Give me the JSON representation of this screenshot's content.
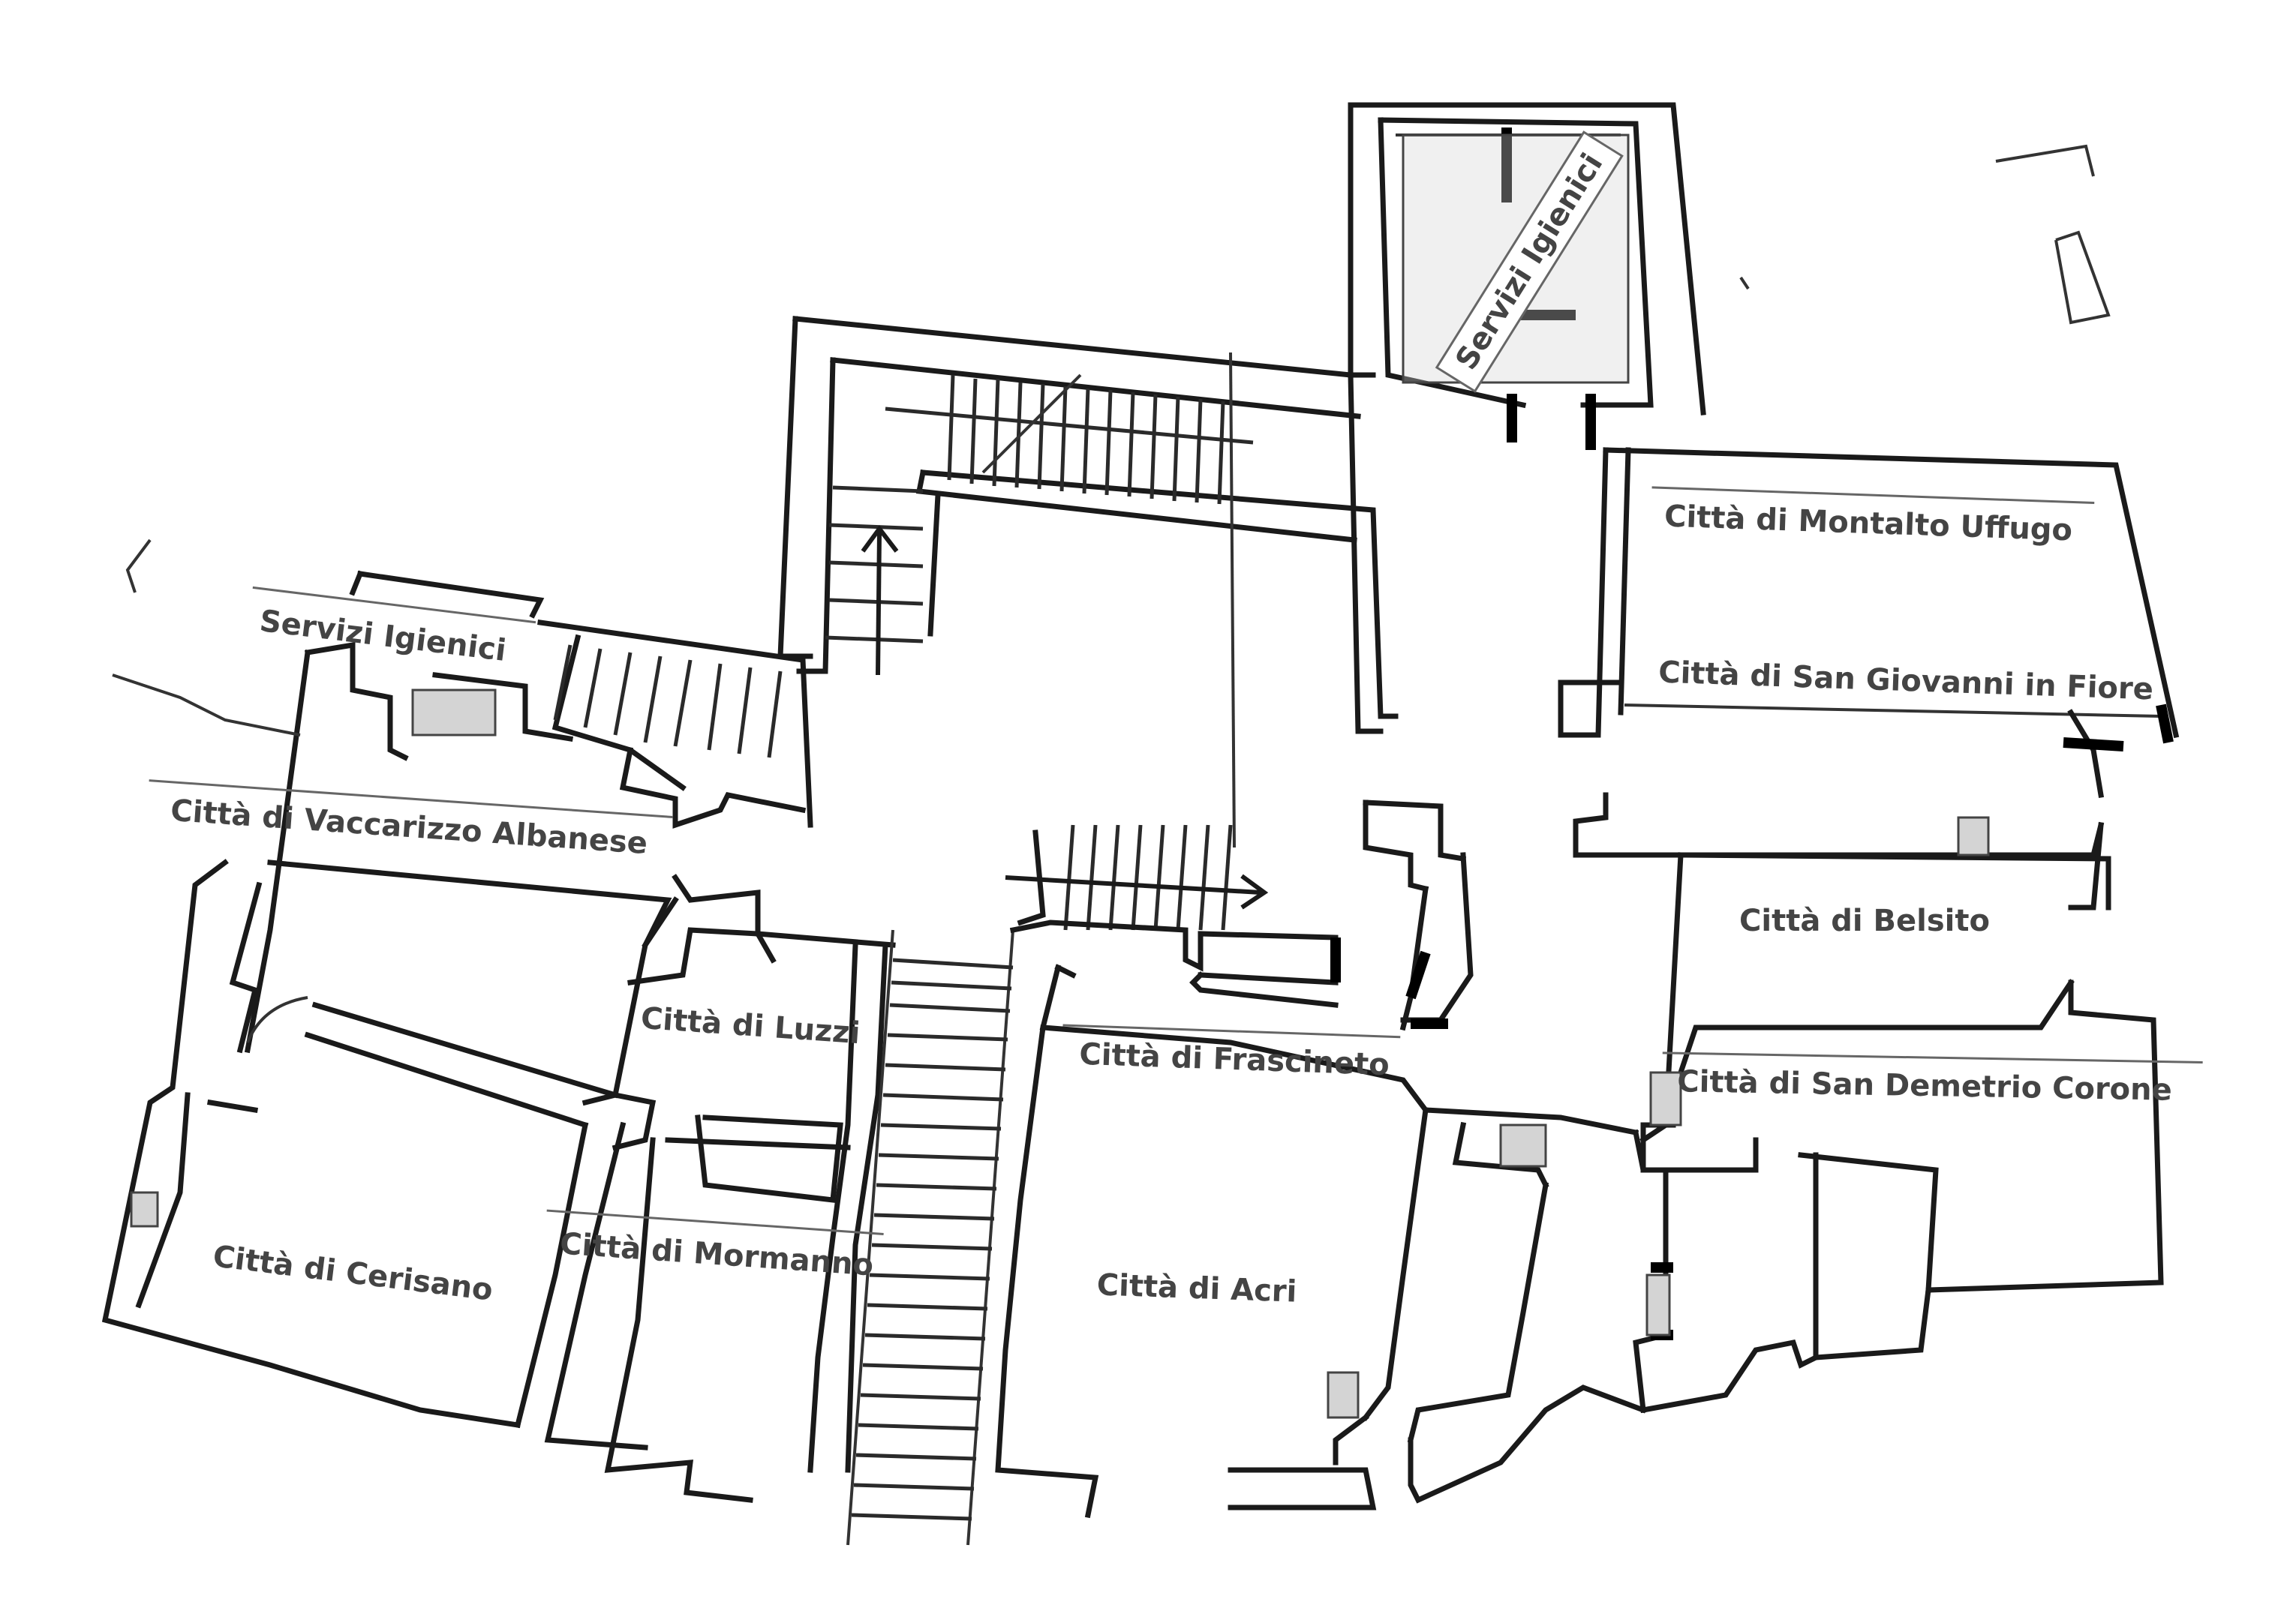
{
  "labels": {
    "servizi_igienici_top": "Servizi Igienici",
    "servizi_igienici_left": "Servizi Igienici",
    "montalto_uffugo": "Città di Montalto Uffugo",
    "san_giovanni_in_fiore": "Città di San Giovanni in Fiore",
    "vaccarizzo_albanese": "Città di Vaccarizzo Albanese",
    "belsito": "Città di Belsito",
    "luzzi": "Città di Luzzi",
    "frascineto": "Città  di Frascineto",
    "san_demetrio_corone": "Città di San Demetrio Corone",
    "cerisano": "Città di Cerisano",
    "mormanno": "Città di Mormanno",
    "acri": "Città di Acri"
  },
  "colors": {
    "wall": "#1a1a1a",
    "label": "#444444",
    "hatch": "#d4d4d4",
    "background": "#ffffff"
  }
}
